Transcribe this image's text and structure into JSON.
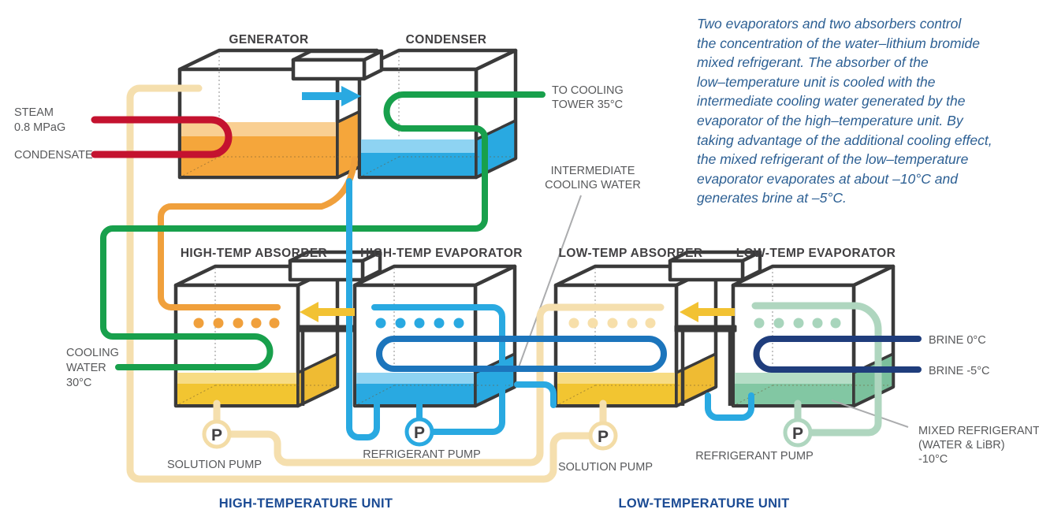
{
  "intro": {
    "lines": [
      "Two evaporators and two absorbers control",
      "the concentration of the water–lithium bromide",
      "mixed refrigerant. The absorber of the",
      "low–temperature unit is cooled with the",
      "intermediate cooling water generated by the",
      "evaporator of the high–temperature unit. By",
      "taking advantage of the additional cooling effect,",
      "the mixed refrigerant of the low–temperature",
      "evaporator evaporates at about –10°C and",
      "generates brine at –5°C."
    ]
  },
  "boxes": {
    "generator": "GENERATOR",
    "condenser": "CONDENSER",
    "ht_absorber": "HIGH-TEMP ABSORBER",
    "ht_evaporator": "HIGH-TEMP EVAPORATOR",
    "lt_absorber": "LOW-TEMP ABSORBER",
    "lt_evaporator": "LOW-TEMP EVAPORATOR"
  },
  "labels": {
    "steam_1": "STEAM",
    "steam_2": "0.8 MPaG",
    "condensate": "CONDENSATE",
    "to_cooling_tower_1": "TO COOLING",
    "to_cooling_tower_2": "TOWER 35°C",
    "intermediate_1": "INTERMEDIATE",
    "intermediate_2": "COOLING WATER",
    "cooling_water_1": "COOLING",
    "cooling_water_2": "WATER",
    "cooling_water_3": "30°C",
    "brine_0": "BRINE 0°C",
    "brine_5": "BRINE -5°C",
    "mixed_1": "MIXED REFRIGERANT",
    "mixed_2": "(WATER & LiBR)",
    "mixed_3": "-10°C"
  },
  "pumps": {
    "ht_solution": {
      "label": "P",
      "name": "SOLUTION PUMP"
    },
    "ht_refrigerant": {
      "label": "P",
      "name": "REFRIGERANT PUMP"
    },
    "lt_solution": {
      "label": "P",
      "name": "SOLUTION PUMP"
    },
    "lt_refrigerant": {
      "label": "P",
      "name": "REFRIGERANT PUMP"
    }
  },
  "units": {
    "high": "HIGH-TEMPERATURE UNIT",
    "low": "LOW-TEMPERATURE UNIT"
  },
  "colors": {
    "steam_red": "#C4122F",
    "cooling_water_green": "#18A04C",
    "refrigerant_blue": "#29A9E1",
    "intermediate_blue": "#1C75BC",
    "brine_navy": "#1F3D7C",
    "solution_cream": "#F5DFAE",
    "mixed_refrigerant_green": "#AFD6BF",
    "generator_orange": "#F5A63B",
    "absorber_yellow": "#F2C531",
    "heading_navy": "#1B4B94",
    "label_gray": "#58595B",
    "intro_blue": "#2C5F93",
    "box_outline": "#3A3A3A"
  }
}
